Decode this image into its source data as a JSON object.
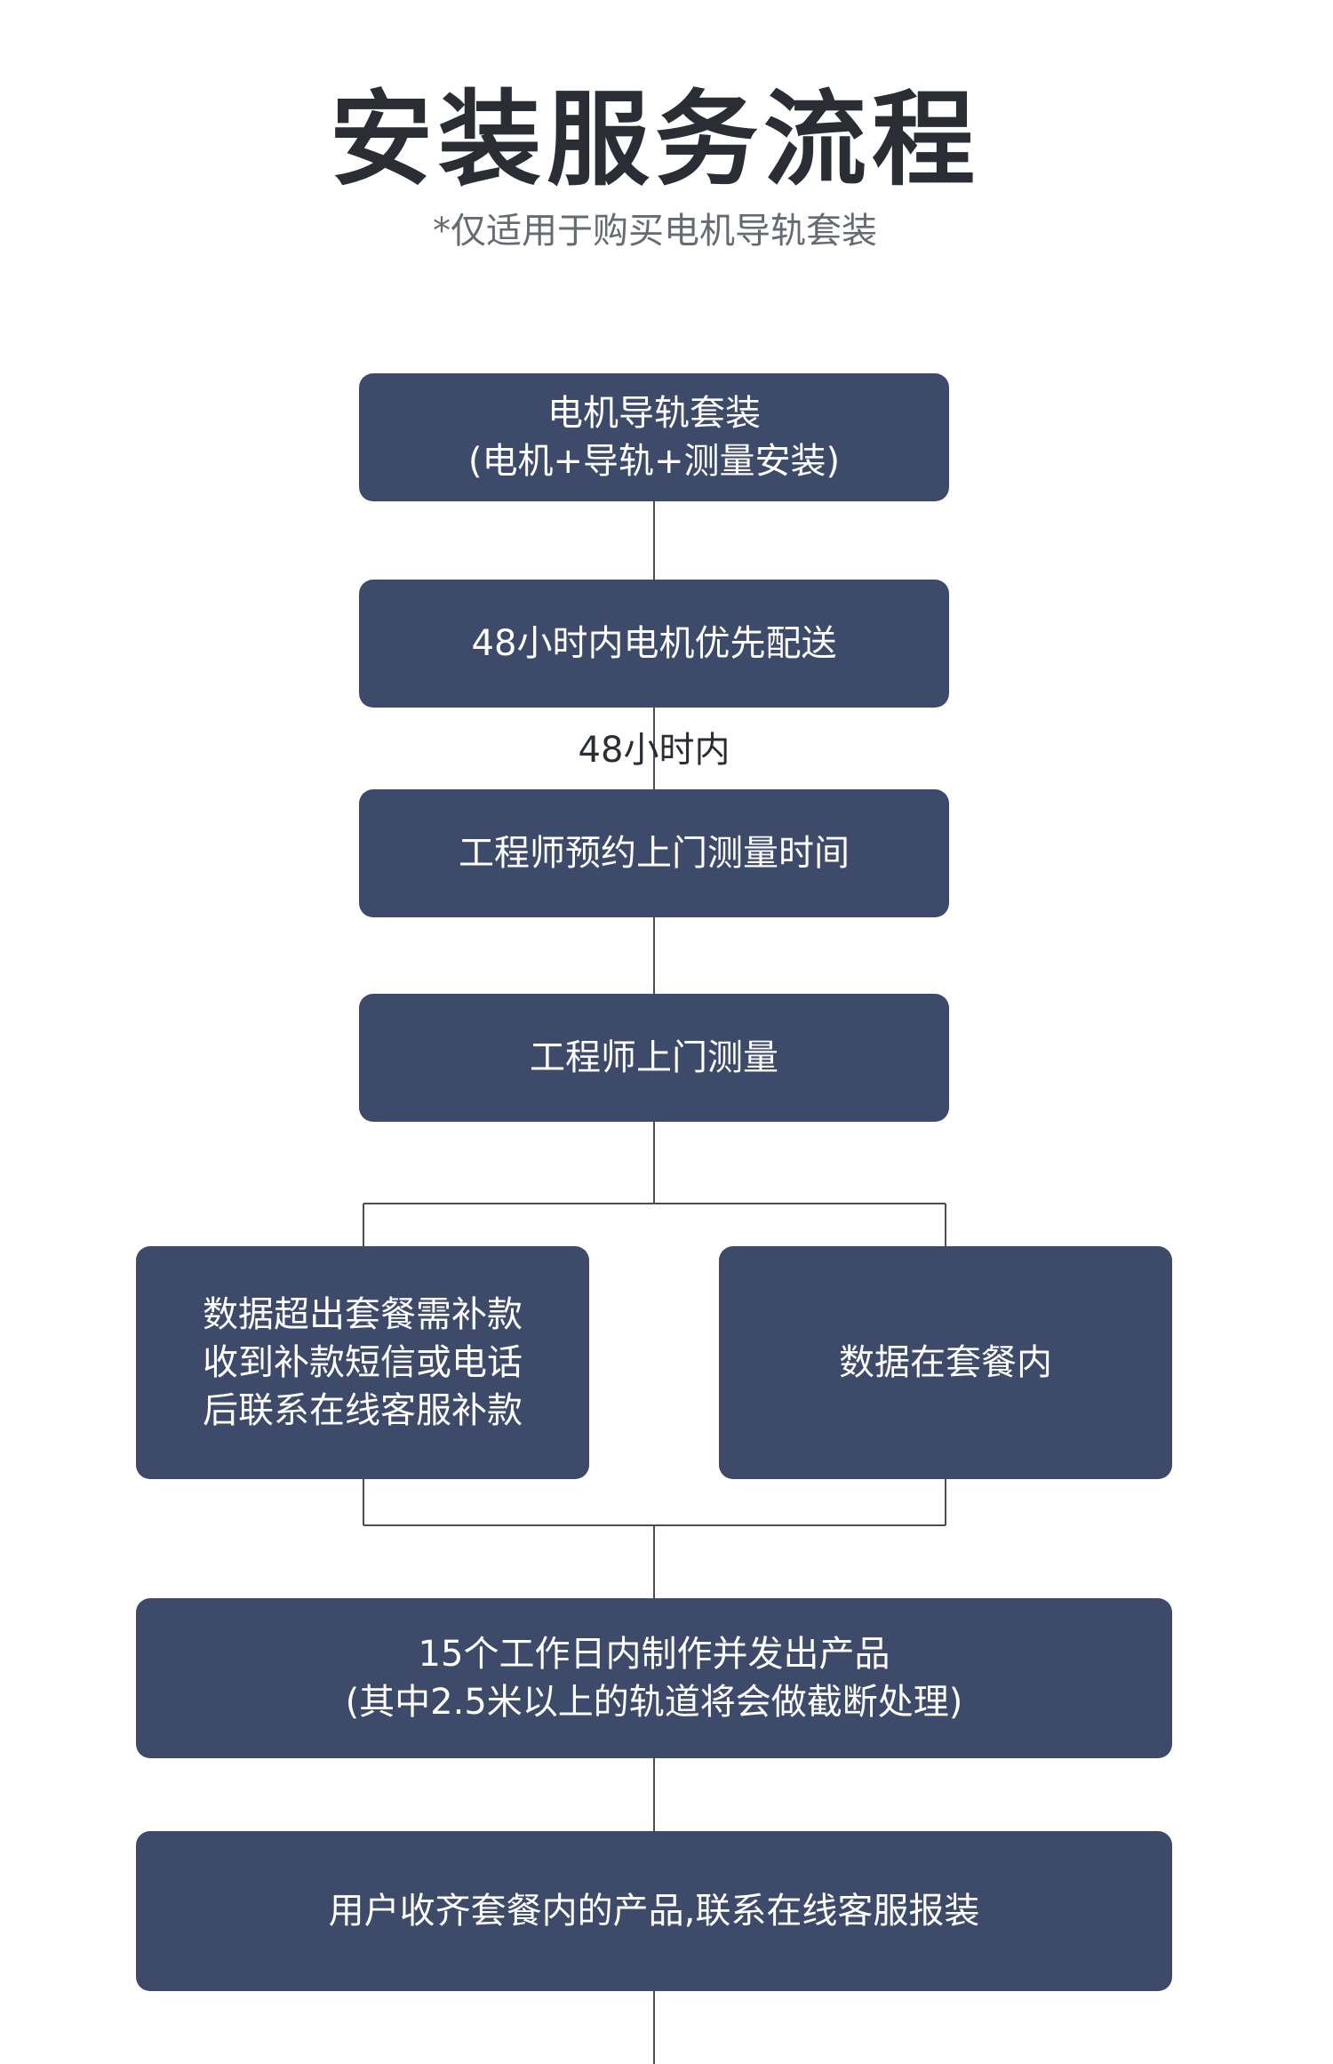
{
  "header": {
    "title": "安装服务流程",
    "subtitle": "*仅适用于购买电机导轨套装"
  },
  "flow": {
    "step1": {
      "line1": "电机导轨套装",
      "line2": "(电机+导轨+测量安装)"
    },
    "step2": {
      "text": "48小时内电机优先配送"
    },
    "note_48h": "48小时内",
    "step3": {
      "text": "工程师预约上门测量时间"
    },
    "step4": {
      "text": "工程师上门测量"
    },
    "branch_left": {
      "line1": "数据超出套餐需补款",
      "line2": "收到补款短信或电话",
      "line3": "后联系在线客服补款"
    },
    "branch_right": {
      "text": "数据在套餐内"
    },
    "step6": {
      "line1": "15个工作日内制作并发出产品",
      "line2": "(其中2.5米以上的轨道将会做截断处理)"
    },
    "step7": {
      "text": "用户收齐套餐内的产品,联系在线客服报装"
    }
  },
  "colors": {
    "box_fill": "#3d4a69",
    "box_text": "#ffffff",
    "connector": "#4a4d56",
    "title": "#2b2d35"
  }
}
